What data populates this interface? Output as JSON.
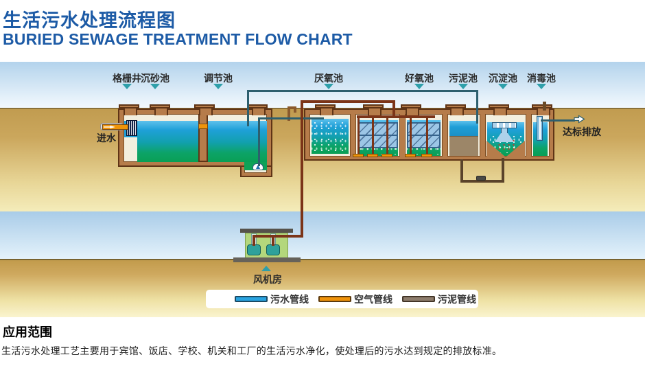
{
  "header": {
    "title_cn": "生活污水处理流程图",
    "title_en": "BURIED SEWAGE TREATMENT FLOW CHART",
    "accent_color": "#1d5ba6"
  },
  "diagram": {
    "process_labels": [
      {
        "text": "格栅井"
      },
      {
        "text": "沉砂池"
      },
      {
        "text": "调节池"
      },
      {
        "text": "厌氧池"
      },
      {
        "text": "好氧池"
      },
      {
        "text": "污泥池"
      },
      {
        "text": "沉淀池"
      },
      {
        "text": "消毒池"
      }
    ],
    "inlet_label": "进水",
    "outlet_label": "达标排放",
    "blower_room_label": "风机房",
    "pointer_color": "#2f9faa",
    "legend": [
      {
        "label": "污水管线",
        "color": "#29a3e0",
        "border_color": "#1c4a63"
      },
      {
        "label": "空气管线",
        "color": "#f0930a",
        "border_color": "#5c3a0e"
      },
      {
        "label": "污泥管线",
        "color": "#8d7c6c",
        "border_color": "#433528"
      }
    ]
  },
  "footer": {
    "heading": "应用范围",
    "body": "生活污水处理工艺主要用于宾馆、饭店、学校、机关和工厂的生活污水净化，使处理后的污水达到规定的排放标准。"
  }
}
